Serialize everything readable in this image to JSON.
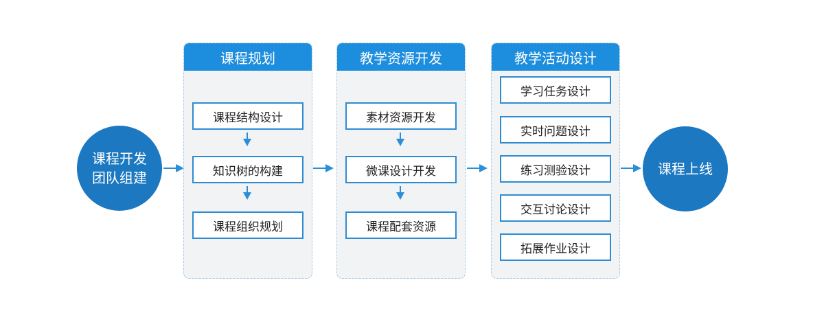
{
  "start_node": {
    "label": "课程开发\n团队组建"
  },
  "end_node": {
    "label": "课程上线"
  },
  "columns": [
    {
      "title": "课程规划",
      "items": [
        "课程结构设计",
        "知识树的构建",
        "课程组织规划"
      ]
    },
    {
      "title": "教学资源开发",
      "items": [
        "素材资源开发",
        "微课设计开发",
        "课程配套资源"
      ]
    },
    {
      "title": "教学活动设计",
      "items": [
        "学习任务设计",
        "实时问题设计",
        "练习测验设计",
        "交互讨论设计",
        "拓展作业设计"
      ]
    }
  ],
  "colors": {
    "circle": "#1c78c0",
    "header": "#1d8ede",
    "box_border": "#2d8cd1",
    "arrow": "#2a8fd6",
    "column_bg": "#f1f3f5"
  }
}
